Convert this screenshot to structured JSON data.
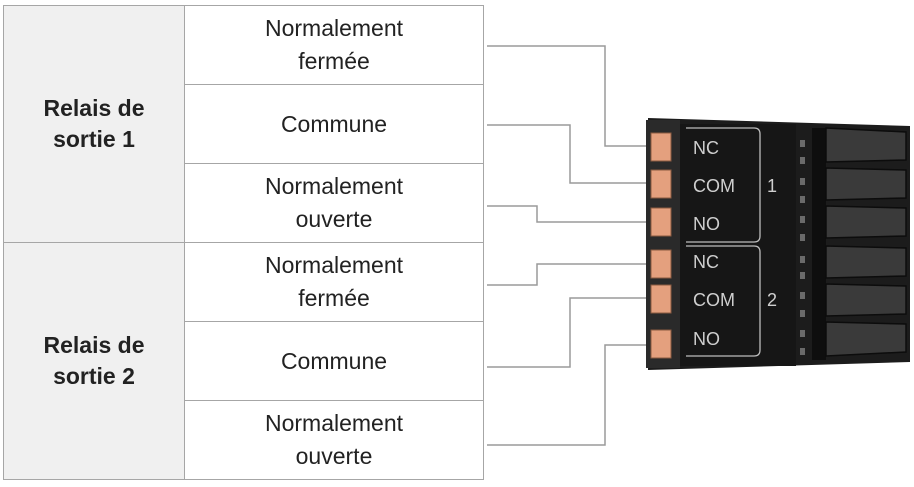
{
  "relays": [
    {
      "name": "Relais de sortie 1",
      "name_line1": "Relais de",
      "name_line2": "sortie 1",
      "rows": [
        {
          "line1": "Normalement",
          "line2": "fermée"
        },
        {
          "line1": "Commune",
          "line2": ""
        },
        {
          "line1": "Normalement",
          "line2": "ouverte"
        }
      ]
    },
    {
      "name": "Relais de sortie 2",
      "name_line1": "Relais de",
      "name_line2": "sortie 2",
      "rows": [
        {
          "line1": "Normalement",
          "line2": "fermée"
        },
        {
          "line1": "Commune",
          "line2": ""
        },
        {
          "line1": "Normalement",
          "line2": "ouverte"
        }
      ]
    }
  ],
  "connector": {
    "pins": [
      "NC",
      "COM",
      "NO",
      "NC",
      "COM",
      "NO"
    ],
    "group_numbers": [
      "1",
      "2"
    ],
    "colors": {
      "body": "#1c1c1c",
      "contact": "#e4a07e",
      "label_text": "#cfcfcf",
      "line": "#9a9a9a",
      "table_border": "#a6a6a6",
      "group_fill": "#f0f0f0"
    }
  }
}
